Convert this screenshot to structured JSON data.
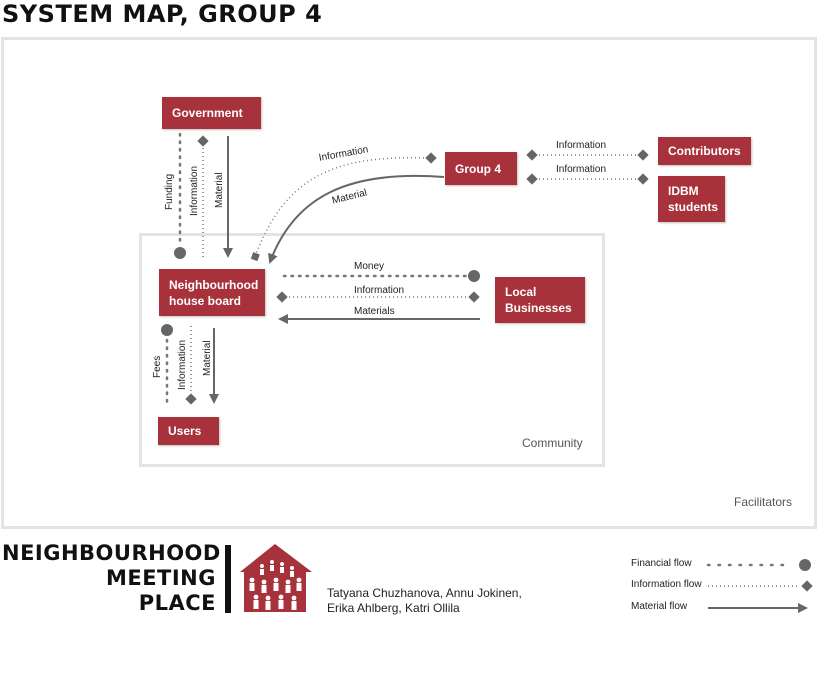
{
  "title": "SYSTEM MAP, GROUP 4",
  "regions": {
    "facilitators": "Facilitators",
    "community": "Community"
  },
  "nodes": {
    "government": "Government",
    "group4": "Group 4",
    "contributors": "Contributors",
    "idbm_line1": "IDBM",
    "idbm_line2": "students",
    "board_line1": "Neighbourhood",
    "board_line2": "house board",
    "local_line1": "Local",
    "local_line2": "Businesses",
    "users": "Users"
  },
  "flows": {
    "funding": "Funding",
    "gov_information": "Information",
    "gov_material": "Material",
    "g4_information": "Information",
    "g4_material": "Material",
    "contrib_information": "Information",
    "idbm_information": "Information",
    "money": "Money",
    "local_information": "Information",
    "materials": "Materials",
    "fees": "Fees",
    "users_information": "Information",
    "users_material": "Material"
  },
  "legend": {
    "financial": "Financial flow",
    "information": "Information flow",
    "material": "Material flow"
  },
  "branding": {
    "line1": "NEIGHBOURHOOD",
    "line2": "MEETING",
    "line3": "PLACE",
    "authors_line1": "Tatyana Chuzhanova, Annu Jokinen,",
    "authors_line2": "Erika Ahlberg, Katri Ollila"
  },
  "colors": {
    "node": "#a8323c",
    "arrow": "#666666",
    "frame": "#e3e3e3"
  }
}
